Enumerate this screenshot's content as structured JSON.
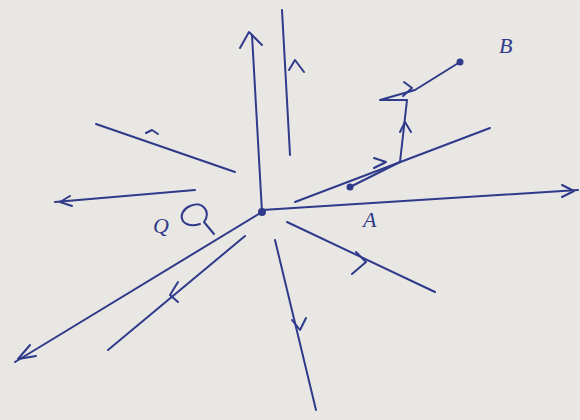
{
  "diagram": {
    "labels": [
      "A",
      "B",
      "Q"
    ]
  }
}
